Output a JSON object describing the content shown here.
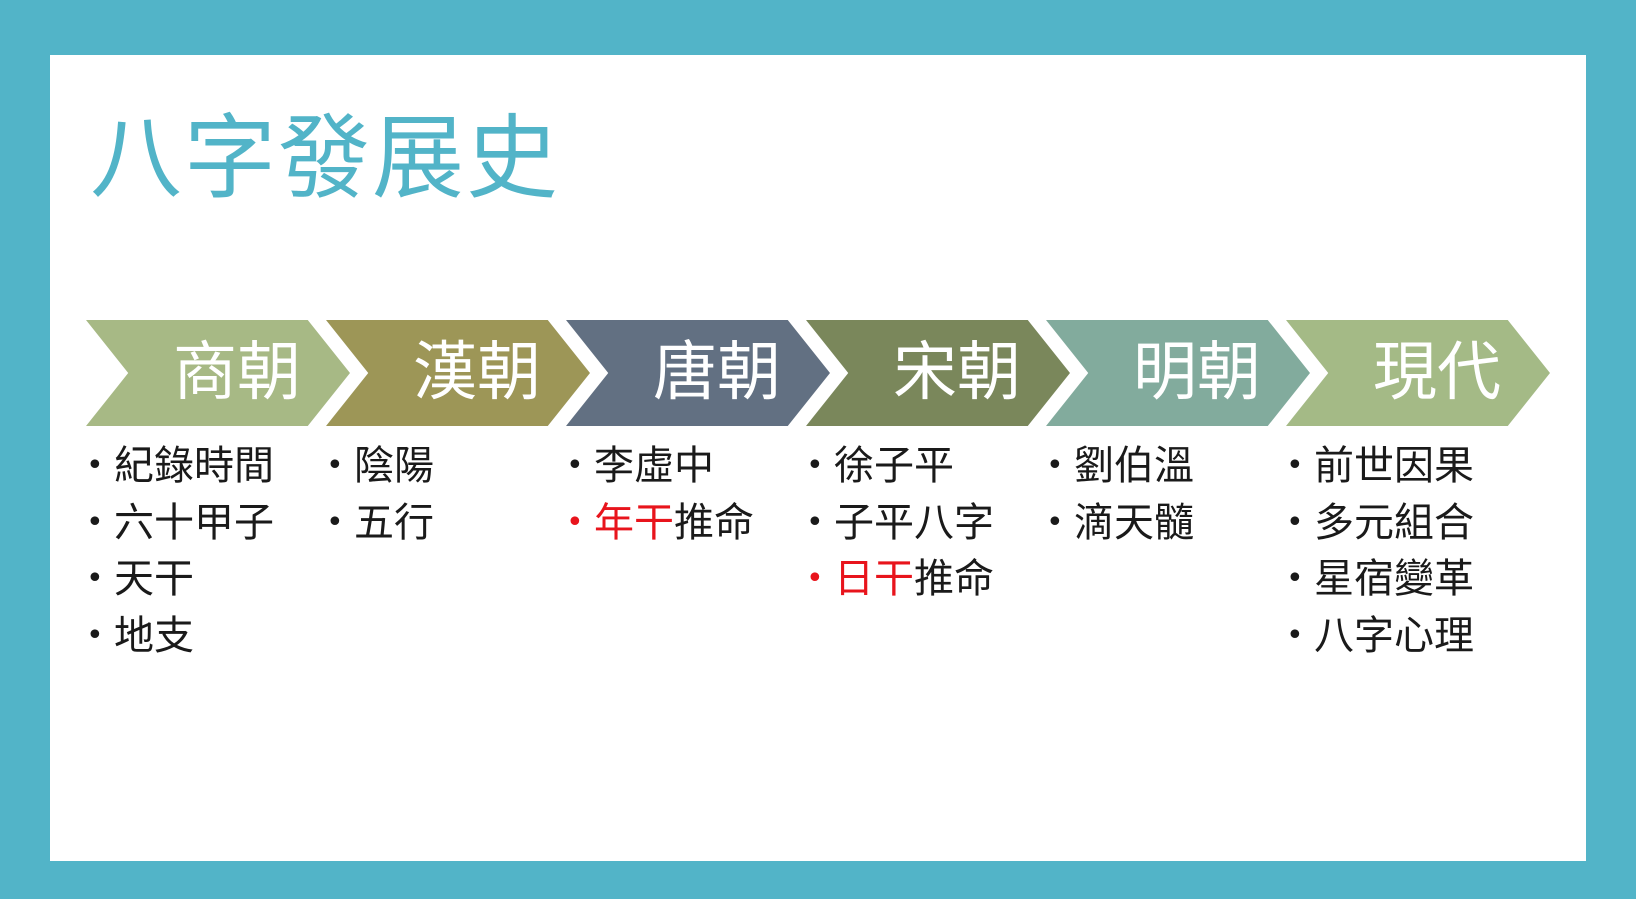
{
  "title": "八字發展史",
  "colors": {
    "frame": "#52b4c8",
    "title": "#52b4c8",
    "highlight": "#e8141c",
    "stage_fills": [
      "#a7b985",
      "#9d9657",
      "#627082",
      "#7a875b",
      "#82ab9d",
      "#a4ba86"
    ]
  },
  "stages": [
    {
      "label": "商朝",
      "items": [
        {
          "red": "",
          "text": "紀錄時間"
        },
        {
          "red": "",
          "text": "六十甲子"
        },
        {
          "red": "",
          "text": "天干"
        },
        {
          "red": "",
          "text": "地支"
        }
      ]
    },
    {
      "label": "漢朝",
      "items": [
        {
          "red": "",
          "text": "陰陽"
        },
        {
          "red": "",
          "text": "五行"
        }
      ]
    },
    {
      "label": "唐朝",
      "items": [
        {
          "red": "",
          "text": "李虛中"
        },
        {
          "red": "年干",
          "text": "推命",
          "dot_red": true
        }
      ]
    },
    {
      "label": "宋朝",
      "items": [
        {
          "red": "",
          "text": "徐子平"
        },
        {
          "red": "",
          "text": "子平八字"
        },
        {
          "red": "日干",
          "text": "推命",
          "dot_red": true
        }
      ]
    },
    {
      "label": "明朝",
      "items": [
        {
          "red": "",
          "text": "劉伯溫"
        },
        {
          "red": "",
          "text": "滴天髓"
        }
      ]
    },
    {
      "label": "現代",
      "items": [
        {
          "red": "",
          "text": "前世因果"
        },
        {
          "red": "",
          "text": "多元組合"
        },
        {
          "red": "",
          "text": "星宿變革"
        },
        {
          "red": "",
          "text": "八字心理"
        }
      ]
    }
  ]
}
